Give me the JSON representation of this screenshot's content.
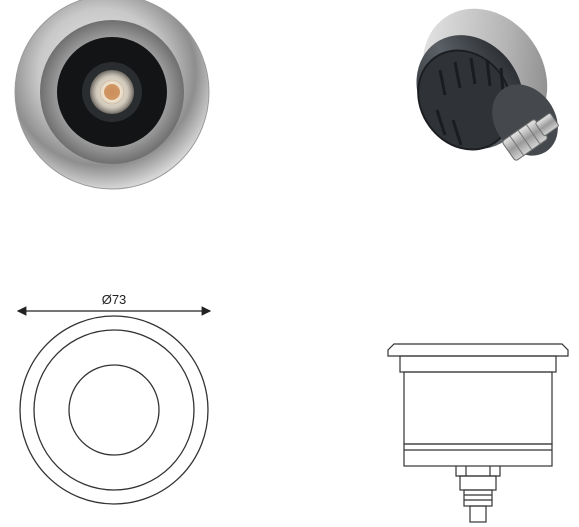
{
  "views": {
    "front_photo": {
      "name": "front-view-photo"
    },
    "side_photo": {
      "name": "side-view-photo"
    },
    "top_drawing": {
      "name": "top-view-drawing",
      "dimension_label": "Ø73"
    },
    "side_drawing": {
      "name": "side-view-drawing"
    }
  },
  "colors": {
    "steel_light": "#e6e6e6",
    "steel_dark": "#8a8a8a",
    "housing": "#4a4f54",
    "line": "#333333"
  }
}
